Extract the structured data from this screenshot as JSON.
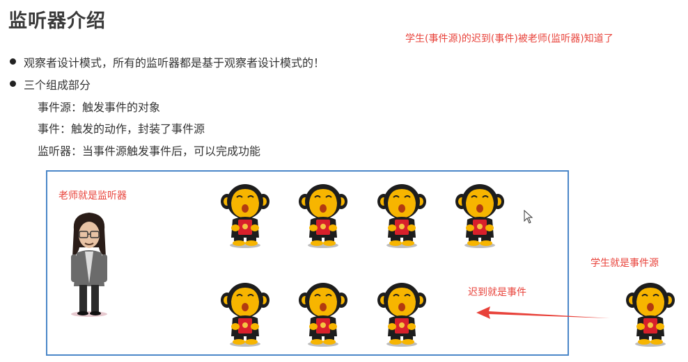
{
  "title": "监听器介绍",
  "top_note": "学生(事件源)的迟到(事件)被老师(监听器)知道了",
  "bullets": [
    "观察者设计模式，所有的监听器都是基于观察者设计模式的！",
    "三个组成部分"
  ],
  "components": [
    "事件源：触发事件的对象",
    "事件：触发的动作，封装了事件源",
    "监听器：当事件源触发事件后，可以完成功能"
  ],
  "labels": {
    "teacher": "老师就是监听器",
    "event": "迟到就是事件",
    "student": "学生就是事件源"
  },
  "colors": {
    "accent_red": "#e8423a",
    "frame_blue": "#4a86c8"
  }
}
